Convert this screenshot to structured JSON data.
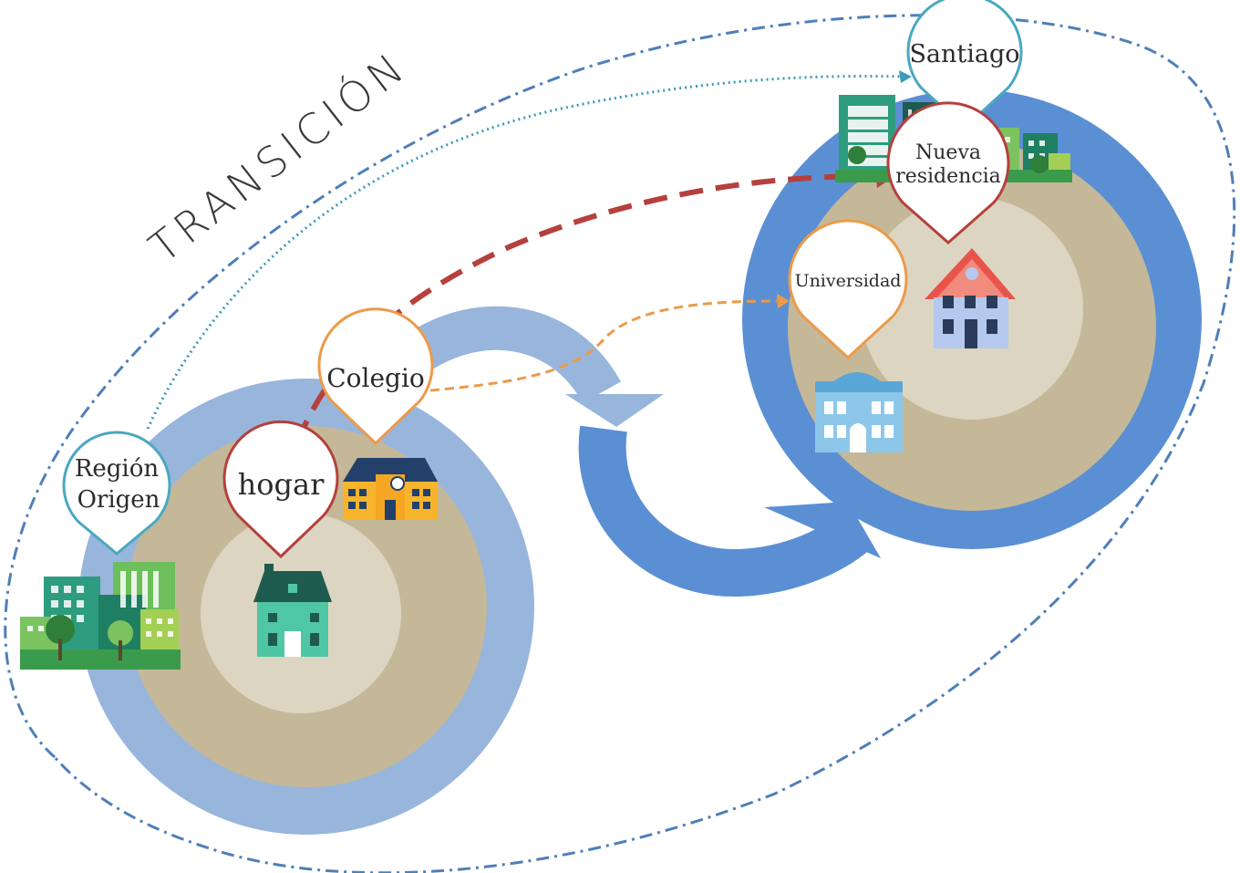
{
  "title": "TRANSICIÓN",
  "labels": {
    "region_origen": [
      "Región",
      "Origen"
    ],
    "hogar": "hogar",
    "colegio": "Colegio",
    "santiago": "Santiago",
    "nueva_residencia": [
      "Nueva",
      "residencia"
    ],
    "universidad": "Universidad"
  },
  "colors": {
    "outer_ring_left": "#98b5dc",
    "outer_ring_right": "#5b8fd4",
    "sand": "#c4b898",
    "core": "#dcd5c2",
    "dash_outline": "#4e7fb8",
    "dotted_link": "#3a9bb8",
    "red_dash": "#b5403d",
    "orange_dash": "#ec9a4a",
    "pin_teal": "#4aa8c0",
    "pin_red": "#b5403d",
    "pin_orange": "#ec9a4a",
    "arrow_light": "#98b5dc",
    "arrow_dark": "#5b8fd4"
  },
  "icons": {
    "left_city": "city-buildings-icon",
    "home": "house-icon",
    "school": "school-building-icon",
    "right_city": "city-skyline-icon",
    "new_home": "red-roof-house-icon",
    "university": "university-building-icon"
  }
}
